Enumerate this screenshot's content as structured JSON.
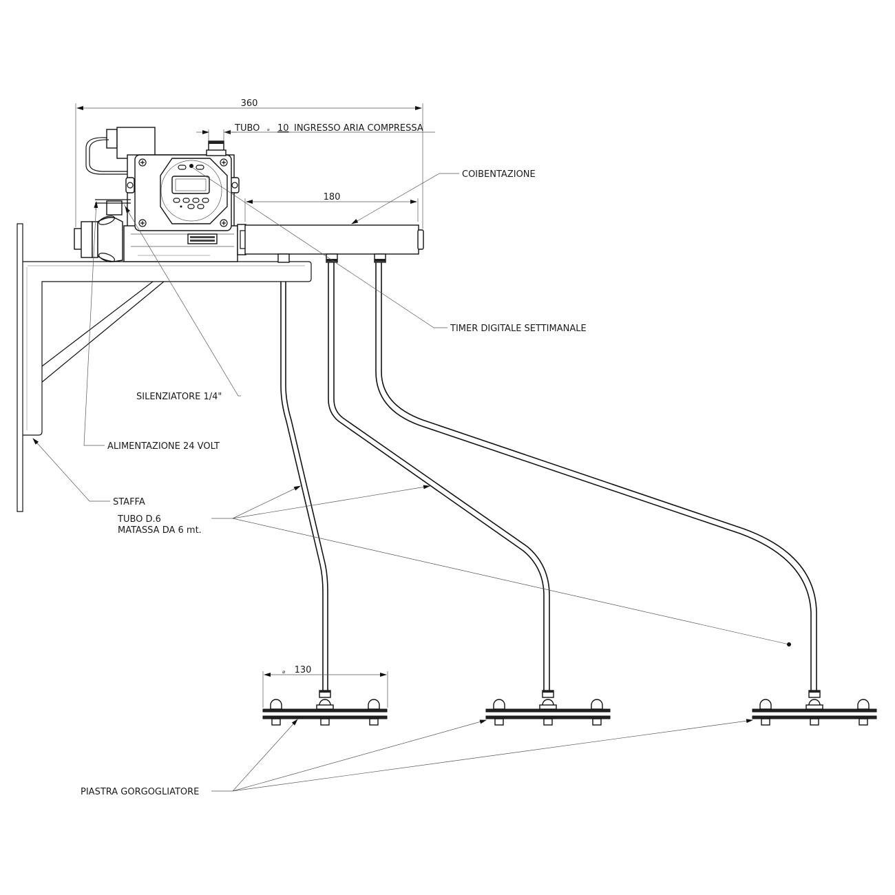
{
  "title": "Schema impianto gorgogliatore ad aria compressa",
  "dimensions": {
    "overall_width": "360",
    "manifold_length": "180",
    "plate_width": "130",
    "diameter_symbol": "⌀"
  },
  "labels": {
    "tubo_ingresso": "TUBO",
    "tubo_ingresso_diam": "10",
    "tubo_ingresso_desc": "INGRESSO ARIA COMPRESSA",
    "coibentazione": "COIBENTAZIONE",
    "timer": "TIMER DIGITALE SETTIMANALE",
    "silenziatore": "SILENZIATORE 1/4\"",
    "alimentazione": "ALIMENTAZIONE 24 VOLT",
    "staffa": "STAFFA",
    "tubo_d6_line1": "TUBO D.6",
    "tubo_d6_line2": "MATASSA DA 6 mt.",
    "piastra": "PIASTRA GORGOGLIATORE"
  },
  "components": {
    "bubbler_plates_count": 3,
    "tubes_count": 3,
    "manifold_outlets": 3
  },
  "colors": {
    "line": "#111111",
    "leader": "#555555",
    "background": "#ffffff"
  }
}
